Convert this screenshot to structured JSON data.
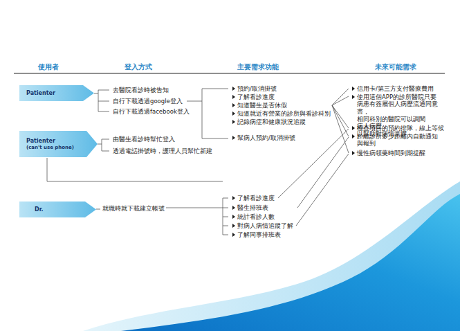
{
  "diagram": {
    "nodes": [
      {
        "text": [
          "Patienter"
        ]
      },
      {
        "text": [
          "Patienter",
          "(can't use phone)"
        ]
      },
      {
        "text": [
          "Dr."
        ]
      }
    ],
    "labels": [
      "使用者",
      "登入方式",
      "主要需求功能",
      "未來可能需求",
      "去醫院看診時被告知",
      "自行下載透過google登入",
      "自行下載透過facebook登入",
      "由醫生看診時幫忙登入",
      "透過電話掛號時，護理人員幫忙新建",
      "就職時就下載建立帳號",
      "預約/取消掛號",
      "了解看診進度",
      "知道醫生是否休假",
      "知道就近有營業的診所與看診科別",
      "記錄病症和健康狀況追蹤",
      "幫病人預約/取消掛號",
      "了解看診進度",
      "醫生排班表",
      "統計看診人數",
      "對病人病情追蹤了解",
      "了解同事排班表",
      "信用卡/第三方支付醫療費用",
      "使用這個APP的診所醫院只要 病患有簽屬個人病歷流通同意 書，相同科別的醫院可以調閱 病人病歷，以幫助對病情掌握",
      "檢查項目的預約排隊，線上等候",
      "距離診所多少距離內自動通知 與報到",
      "慢性病領藥時間到期提醒"
    ]
  }
}
